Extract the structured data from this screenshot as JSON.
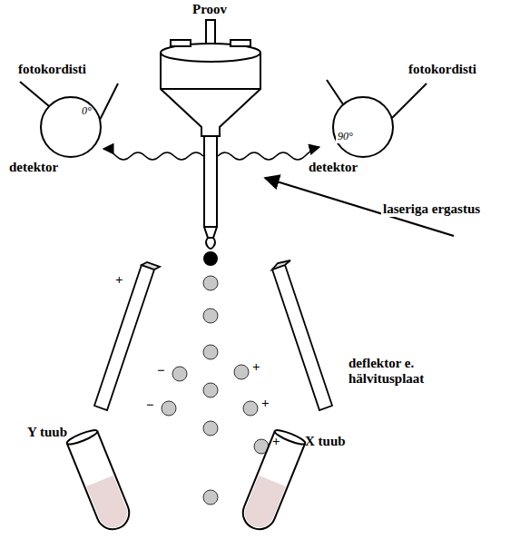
{
  "diagram": {
    "labels": [
      "Proov",
      "fotokordisti",
      "fotokordisti",
      "0°",
      "90°",
      "detektor",
      "detektor",
      "laseriga ergastus",
      "deflektor e. hälvitusplaat",
      "+",
      "−",
      "−",
      "+",
      "+",
      "+",
      "Y tuub",
      "X tuub"
    ]
  }
}
